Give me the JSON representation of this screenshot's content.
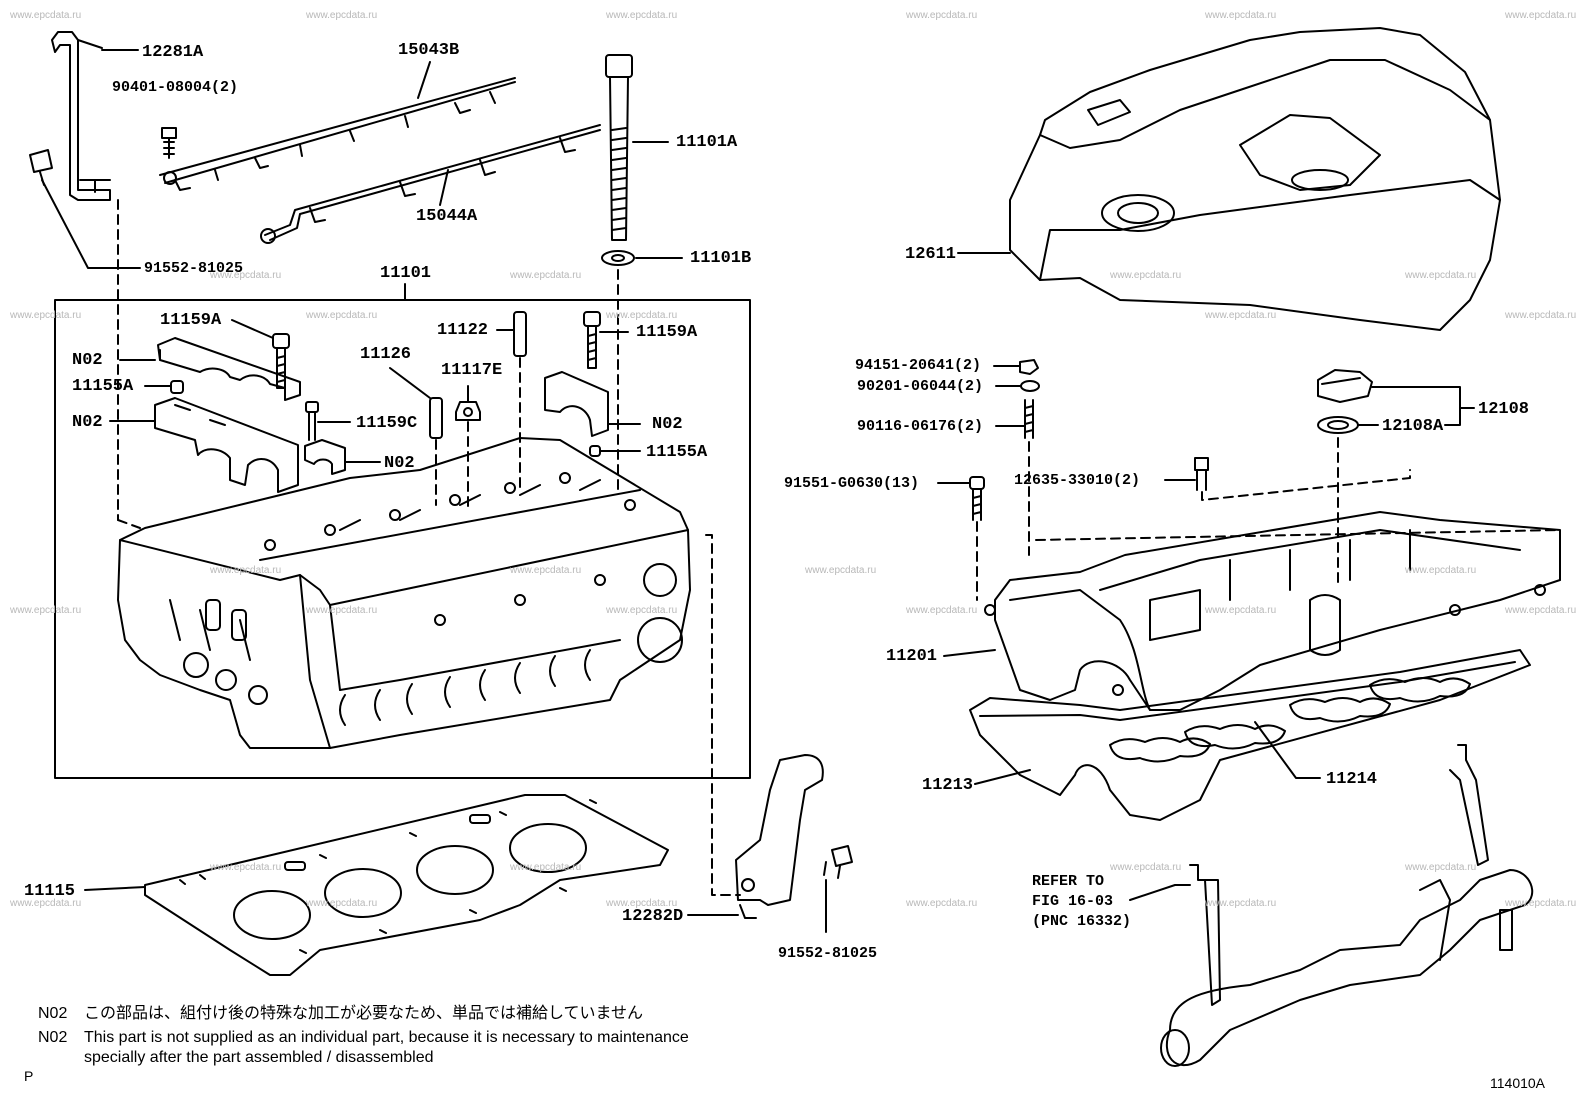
{
  "watermark": "www.epcdata.ru",
  "labels": {
    "p12281A": "12281A",
    "p90401": "90401-08004(2)",
    "p15043B": "15043B",
    "p11101A": "11101A",
    "p15044A": "15044A",
    "p91552_top": "91552-81025",
    "p11101": "11101",
    "p11101B": "11101B",
    "p11159A_left": "11159A",
    "p11122": "11122",
    "p11159A_right": "11159A",
    "p11126": "11126",
    "p11117E": "11117E",
    "pN02_a": "N02",
    "p11155A_left": "11155A",
    "pN02_b": "N02",
    "p11159C": "11159C",
    "pN02_c": "N02",
    "pN02_d": "N02",
    "p11155A_right": "11155A",
    "p12611": "12611",
    "p94151": "94151-20641(2)",
    "p90201": "90201-06044(2)",
    "p90116": "90116-06176(2)",
    "p12108": "12108",
    "p12108A": "12108A",
    "p91551": "91551-G0630(13)",
    "p12635": "12635-33010(2)",
    "p11201": "11201",
    "p11213": "11213",
    "p11214": "11214",
    "p11115": "11115",
    "p12282D": "12282D",
    "p91552_bottom": "91552-81025"
  },
  "refer": {
    "line1": "REFER TO",
    "line2": "FIG 16-03",
    "line3": "(PNC 16332)"
  },
  "notes": {
    "key": "N02",
    "jp": "この部品は、組付け後の特殊な加工が必要なため、単品では補給していません",
    "en1": "This part is not supplied as an individual part, because it is necessary to maintenance",
    "en2": "specially after the part assembled / disassembled"
  },
  "footer": {
    "left": "P",
    "code": "114010A"
  }
}
